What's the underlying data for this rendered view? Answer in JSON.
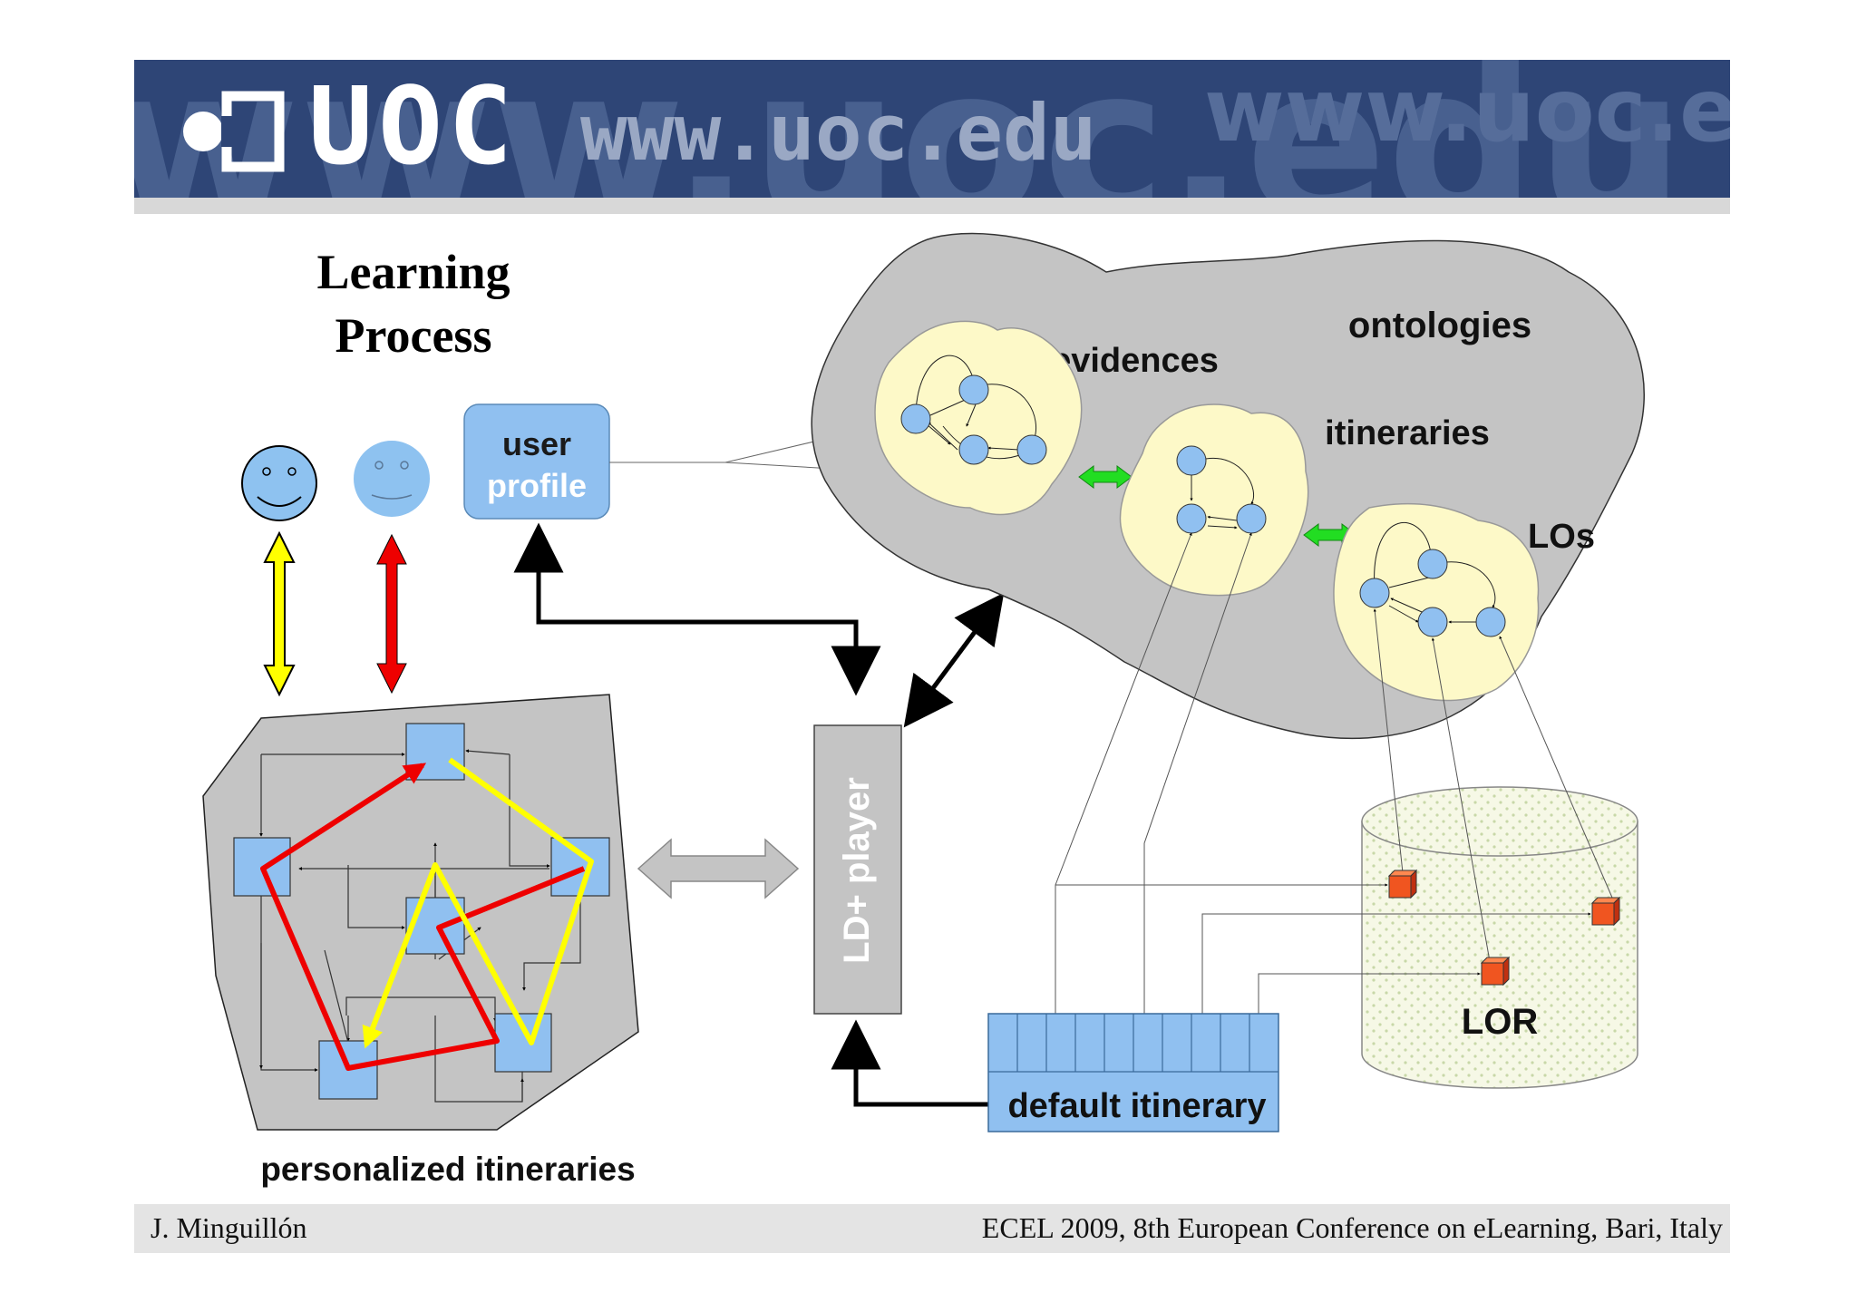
{
  "header": {
    "logo": "UOC",
    "url": "www.uoc.edu",
    "watermark_1": "www.uoc.edu",
    "watermark_2": "www.uoc.edu"
  },
  "title": {
    "line1": "Learning",
    "line2": "Process"
  },
  "labels": {
    "user_profile_line1": "user",
    "user_profile_line2": "profile",
    "ld_player": "LD+ player",
    "personalized_itineraries": "personalized itineraries",
    "ontologies": "ontologies",
    "evidences": "evidences",
    "itineraries": "itineraries",
    "los": "LOs",
    "lor": "LOR",
    "default_itinerary": "default itinerary"
  },
  "footer": {
    "author": "J. Minguillón",
    "conference": "ECEL 2009, 8th European Conference on eLearning, Bari, Italy"
  },
  "colors": {
    "banner": "#2e4576",
    "cloud": "#c4c4c4",
    "blob": "#fdf9c8",
    "node": "#90c0f0",
    "yellow_path": "#ffff00",
    "red_path": "#ee0000",
    "green_arrow": "#22dd22",
    "cube": "#f05520"
  }
}
